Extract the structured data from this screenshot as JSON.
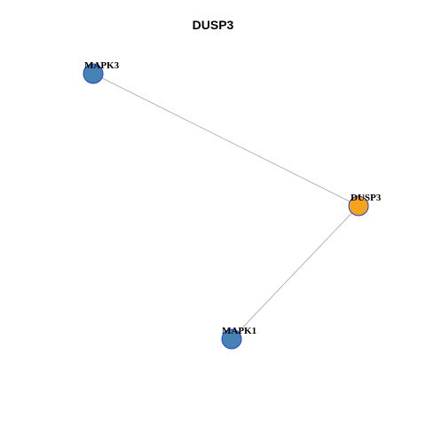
{
  "title": "DUSP3",
  "colors": {
    "center_node": "#f5a31a",
    "neighbor_node": "#4682b4",
    "node_border": "#1f3fd6",
    "edge": "#b3b3b3"
  },
  "nodes": [
    {
      "id": "MAPK3",
      "label": "MAPK3",
      "role": "neighbor"
    },
    {
      "id": "DUSP3",
      "label": "DUSP3",
      "role": "center"
    },
    {
      "id": "MAPK1",
      "label": "MAPK1",
      "role": "neighbor"
    }
  ],
  "edges": [
    {
      "source": "MAPK3",
      "target": "DUSP3"
    },
    {
      "source": "DUSP3",
      "target": "MAPK1"
    }
  ]
}
